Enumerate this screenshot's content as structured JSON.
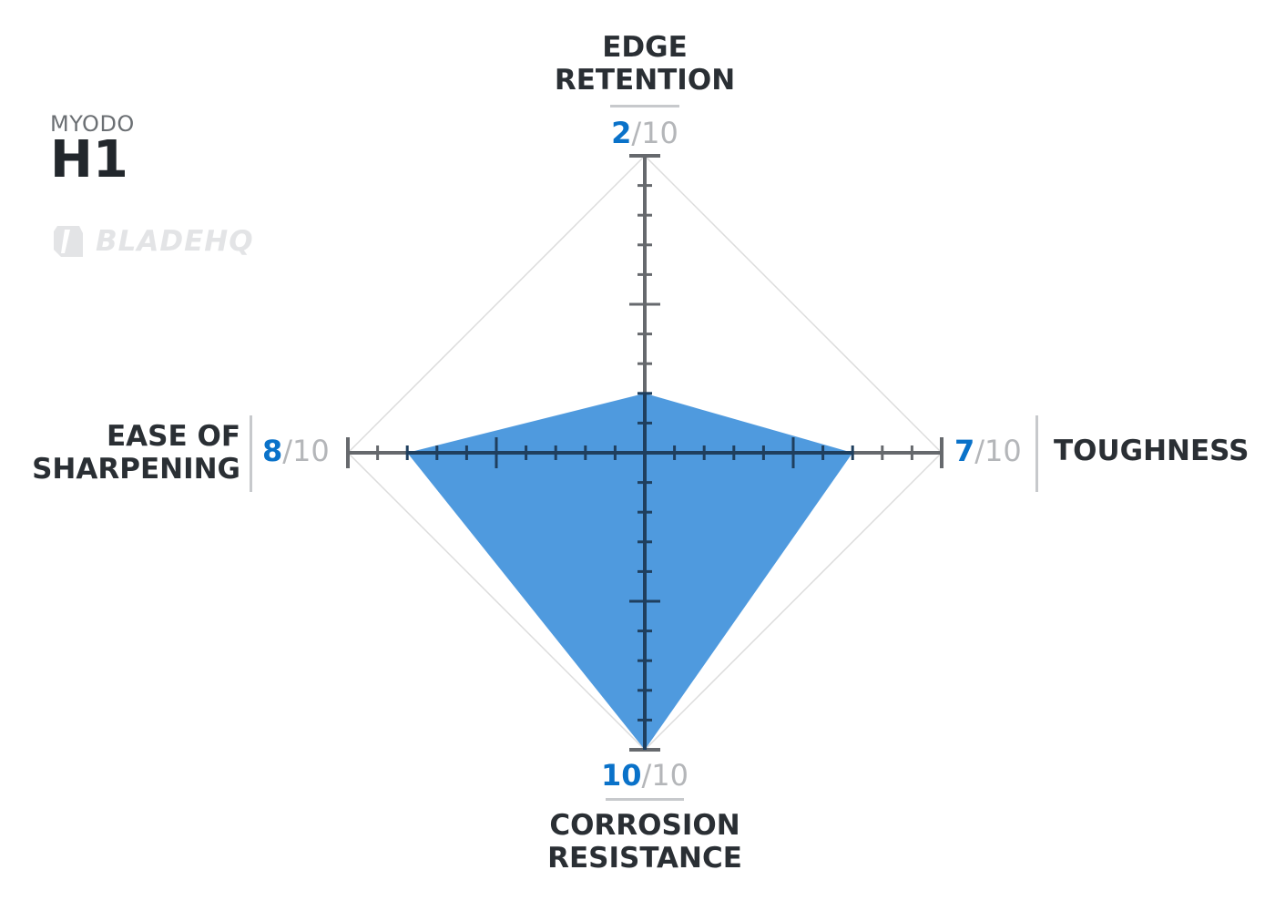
{
  "header": {
    "brand": "MYODO",
    "model": "H1"
  },
  "watermark": {
    "text": "BLADEHQ",
    "icon": "bladehq-logo-icon"
  },
  "colors": {
    "fill": "#4f9ade",
    "axis": "#66696d",
    "axis_inner": "#1f3f5e",
    "value": "#0a72c9",
    "max": "#b4b6b9",
    "outline": "#dcdcdc"
  },
  "chart_data": {
    "type": "radar",
    "max": 10,
    "axes": [
      {
        "key": "top",
        "label_lines": [
          "EDGE",
          "RETENTION"
        ],
        "value": 2,
        "value_text": "2",
        "max_text": "/10"
      },
      {
        "key": "right",
        "label_lines": [
          "TOUGHNESS"
        ],
        "value": 7,
        "value_text": "7",
        "max_text": "/10"
      },
      {
        "key": "bottom",
        "label_lines": [
          "CORROSION",
          "RESISTANCE"
        ],
        "value": 10,
        "value_text": "10",
        "max_text": "/10"
      },
      {
        "key": "left",
        "label_lines": [
          "EASE OF",
          "SHARPENING"
        ],
        "value": 8,
        "value_text": "8",
        "max_text": "/10"
      }
    ]
  }
}
